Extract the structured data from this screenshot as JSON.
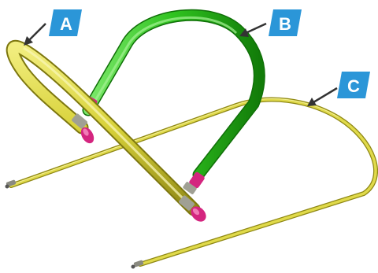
{
  "labels": {
    "a": "A",
    "b": "B",
    "c": "C"
  },
  "colors": {
    "background": "#ffffff",
    "tube_yellow": "#d8d23a",
    "tube_yellow_dark": "#9c9520",
    "tube_green": "#2fc21f",
    "tube_green_dark": "#138a0a",
    "fitting_magenta": "#d4257f",
    "fitting_gray": "#9a9a8e",
    "callout_box": "#2b96d8",
    "callout_text": "#ffffff",
    "arrow": "#333333"
  },
  "parts": [
    {
      "id": "A",
      "description_icon": "thick-yellow-tube"
    },
    {
      "id": "B",
      "description_icon": "green-tube"
    },
    {
      "id": "C",
      "description_icon": "thin-yellow-tube"
    }
  ]
}
